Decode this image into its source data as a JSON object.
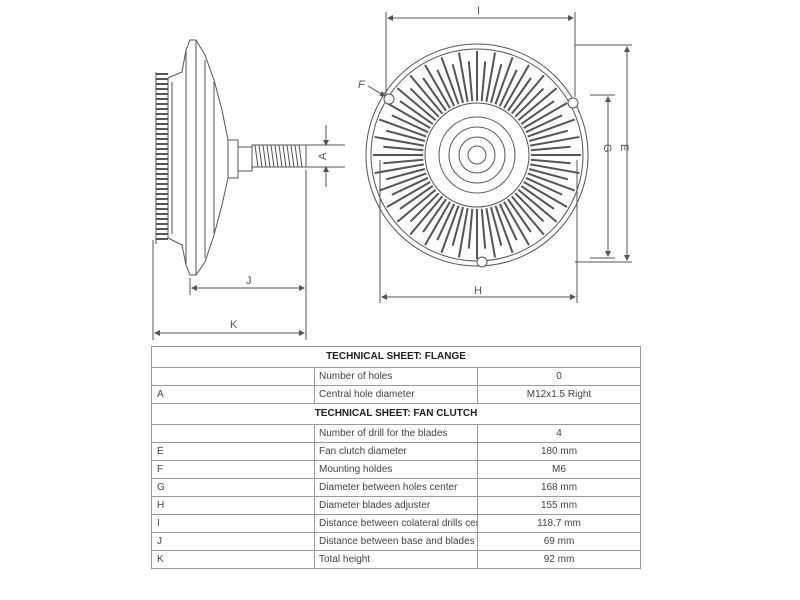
{
  "drawing": {
    "labels": {
      "I": "I",
      "F": "F",
      "G": "G",
      "E": "E",
      "A": "A",
      "J": "J",
      "H": "H",
      "K": "K"
    }
  },
  "sheet": {
    "flange_title": "TECHNICAL SHEET: FLANGE",
    "flange_rows": [
      {
        "code": "",
        "label": "Number of holes",
        "value": "0"
      },
      {
        "code": "A",
        "label": "Central hole diameter",
        "value": "M12x1.5 Right"
      }
    ],
    "clutch_title": "TECHNICAL SHEET: FAN CLUTCH",
    "clutch_rows": [
      {
        "code": "",
        "label": "Number of drill for the blades",
        "value": "4"
      },
      {
        "code": "E",
        "label": "Fan clutch diameter",
        "value": "180 mm"
      },
      {
        "code": "F",
        "label": "Mounting holdes",
        "value": "M6"
      },
      {
        "code": "G",
        "label": "Diameter between holes center",
        "value": "168 mm"
      },
      {
        "code": "H",
        "label": "Diameter blades adjuster",
        "value": "155 mm"
      },
      {
        "code": "I",
        "label": "Distance between colateral drills center",
        "value": "118.7 mm"
      },
      {
        "code": "J",
        "label": "Distance between base and blades support",
        "value": "69 mm"
      },
      {
        "code": "K",
        "label": "Total height",
        "value": "92 mm"
      }
    ]
  }
}
